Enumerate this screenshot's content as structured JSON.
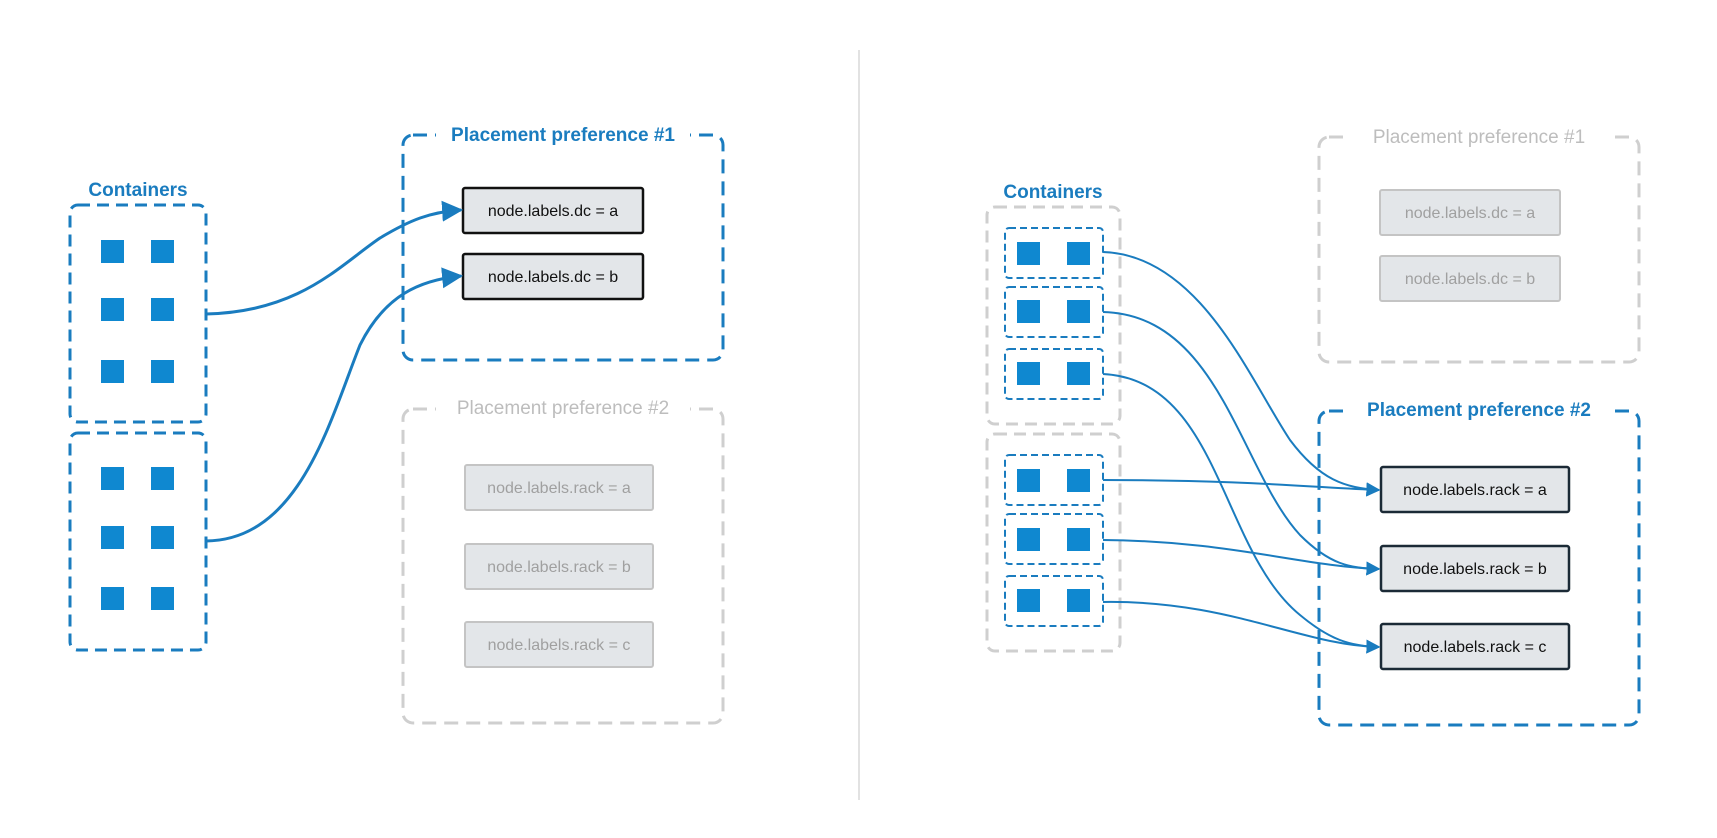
{
  "left_panel": {
    "containers_title": "Containers",
    "pref1_title": "Placement preference #1",
    "pref2_title": "Placement preference #2",
    "pref1_labels": [
      "node.labels.dc = a",
      "node.labels.dc = b"
    ],
    "pref2_labels": [
      "node.labels.rack = a",
      "node.labels.rack = b",
      "node.labels.rack = c"
    ],
    "active_preference": "Placement preference #1"
  },
  "right_panel": {
    "containers_title": "Containers",
    "pref1_title": "Placement preference #1",
    "pref2_title": "Placement preference #2",
    "pref1_labels": [
      "node.labels.dc = a",
      "node.labels.dc = b"
    ],
    "pref2_labels": [
      "node.labels.rack = a",
      "node.labels.rack = b",
      "node.labels.rack = c"
    ],
    "active_preference": "Placement preference #2"
  },
  "colors": {
    "accent": "#1a7cbf",
    "square": "#0f88d0",
    "inactive": "#cfcfcf",
    "box_fill": "#e3e6e9",
    "active_box_border": "#1b2a36"
  }
}
